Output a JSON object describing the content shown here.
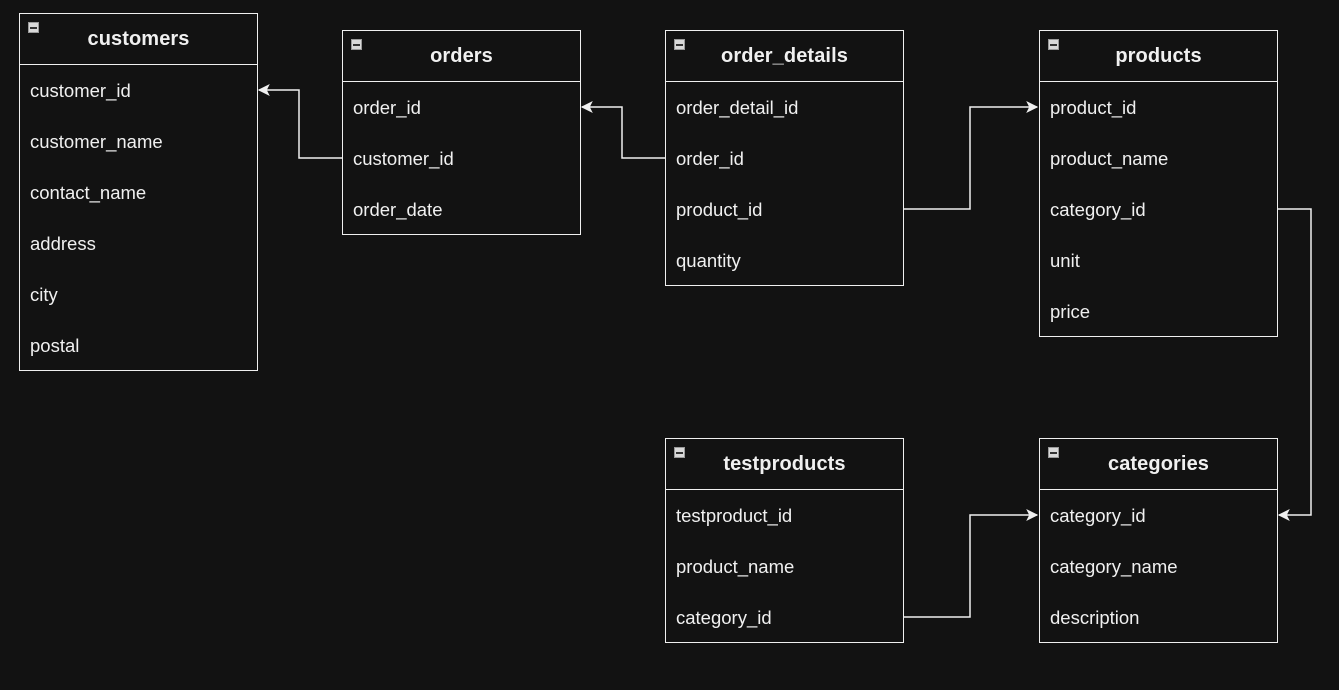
{
  "diagram": {
    "background": "#121212",
    "line_color": "#f0f0f0",
    "tables": {
      "customers": {
        "title": "customers",
        "fields": [
          "customer_id",
          "customer_name",
          "contact_name",
          "address",
          "city",
          "postal"
        ]
      },
      "orders": {
        "title": "orders",
        "fields": [
          "order_id",
          "customer_id",
          "order_date"
        ]
      },
      "order_details": {
        "title": "order_details",
        "fields": [
          "order_detail_id",
          "order_id",
          "product_id",
          "quantity"
        ]
      },
      "products": {
        "title": "products",
        "fields": [
          "product_id",
          "product_name",
          "category_id",
          "unit",
          "price"
        ]
      },
      "testproducts": {
        "title": "testproducts",
        "fields": [
          "testproduct_id",
          "product_name",
          "category_id"
        ]
      },
      "categories": {
        "title": "categories",
        "fields": [
          "category_id",
          "category_name",
          "description"
        ]
      }
    },
    "relationships": [
      {
        "from_table": "orders",
        "from_field": "customer_id",
        "to_table": "customers",
        "to_field": "customer_id"
      },
      {
        "from_table": "order_details",
        "from_field": "order_id",
        "to_table": "orders",
        "to_field": "order_id"
      },
      {
        "from_table": "order_details",
        "from_field": "product_id",
        "to_table": "products",
        "to_field": "product_id"
      },
      {
        "from_table": "products",
        "from_field": "category_id",
        "to_table": "categories",
        "to_field": "category_id"
      },
      {
        "from_table": "testproducts",
        "from_field": "category_id",
        "to_table": "categories",
        "to_field": "category_id"
      }
    ]
  }
}
